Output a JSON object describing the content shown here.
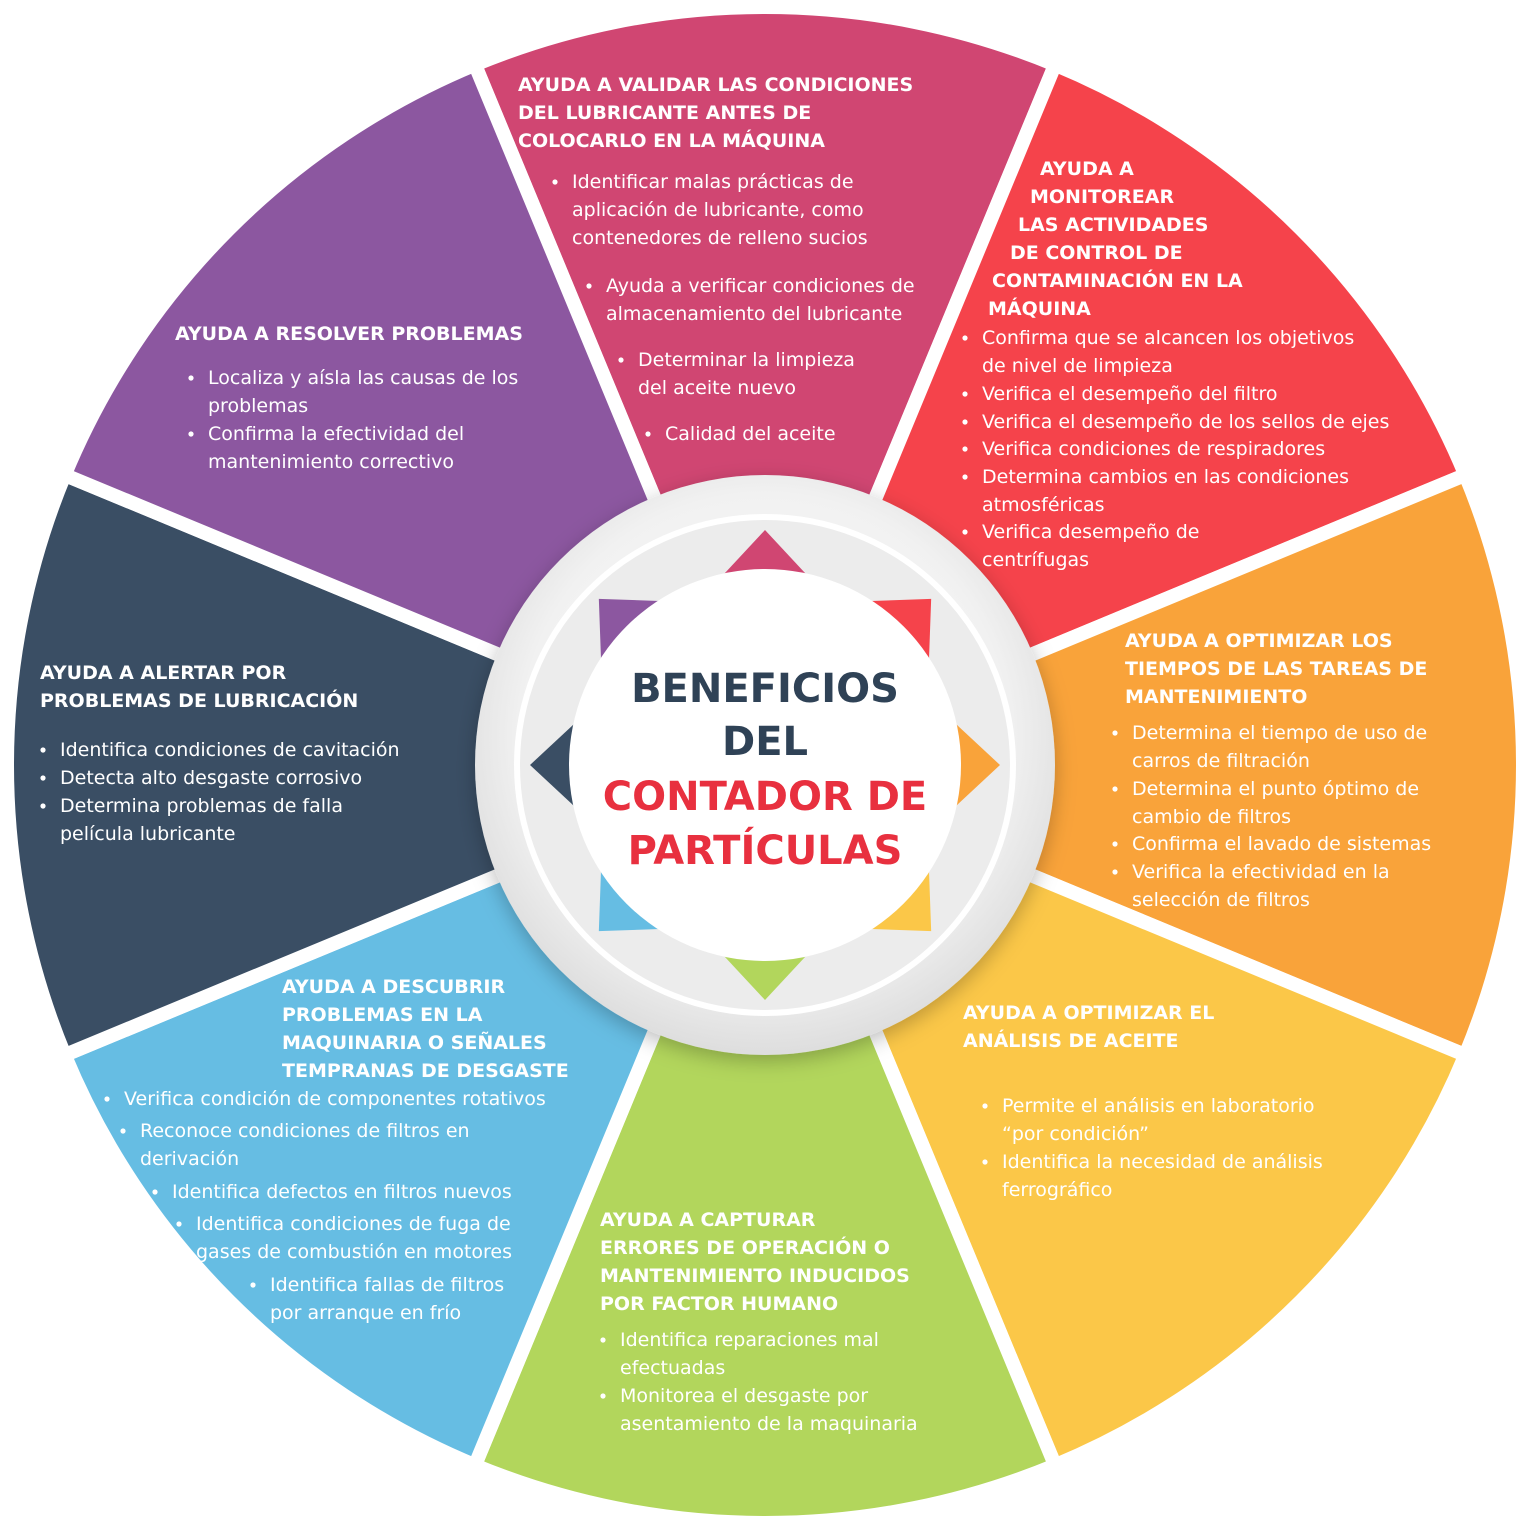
{
  "center": {
    "line1": "BENEFICIOS",
    "line2": "DEL",
    "line3": "CONTADOR DE",
    "line4": "PARTÍCULAS",
    "dark_color": "#2f4256",
    "red_color": "#e8303f"
  },
  "segments": [
    {
      "id": "validar",
      "color": "#d04672",
      "title": [
        "AYUDA A VALIDAR LAS CONDICIONES",
        "DEL LUBRICANTE ANTES DE",
        "COLOCARLO EN LA MÁQUINA"
      ],
      "items": [
        [
          "Identificar malas prácticas de",
          "aplicación de lubricante, como",
          "contenedores de relleno sucios"
        ],
        [
          "Ayuda a verificar condiciones de",
          "almacenamiento del lubricante"
        ],
        [
          "Determinar la limpieza",
          "del aceite nuevo"
        ],
        [
          "Calidad del aceite"
        ]
      ]
    },
    {
      "id": "monitorear",
      "color": "#f5434b",
      "title": [
        "AYUDA A",
        "MONITOREAR",
        "LAS ACTIVIDADES",
        "DE CONTROL DE",
        "CONTAMINACIÓN EN LA",
        "MÁQUINA"
      ],
      "items": [
        [
          "Confirma que se alcancen los objetivos",
          "de nivel de limpieza"
        ],
        [
          "Verifica el desempeño del filtro"
        ],
        [
          "Verifica el desempeño de los sellos de ejes"
        ],
        [
          "Verifica condiciones de respiradores"
        ],
        [
          "Determina cambios en las condiciones",
          "atmosféricas"
        ],
        [
          "Verifica desempeño de",
          "centrífugas"
        ]
      ]
    },
    {
      "id": "tiempos",
      "color": "#f9a33a",
      "title": [
        "AYUDA A OPTIMIZAR LOS",
        "TIEMPOS DE LAS TAREAS DE",
        "MANTENIMIENTO"
      ],
      "items": [
        [
          "Determina el tiempo de uso de",
          "carros de filtración"
        ],
        [
          "Determina el punto óptimo de",
          "cambio de filtros"
        ],
        [
          "Confirma el lavado de sistemas"
        ],
        [
          "Verifica la efectividad en la",
          "selección de filtros"
        ]
      ]
    },
    {
      "id": "analisis",
      "color": "#fbc748",
      "title": [
        "AYUDA A OPTIMIZAR EL",
        "ANÁLISIS DE ACEITE"
      ],
      "items": [
        [
          "Permite el análisis en laboratorio",
          "“por condición”"
        ],
        [
          "Identifica la necesidad de análisis",
          "ferrográfico"
        ]
      ]
    },
    {
      "id": "capturar",
      "color": "#b2d65c",
      "title": [
        "AYUDA A CAPTURAR",
        "ERRORES DE OPERACIÓN O",
        "MANTENIMIENTO INDUCIDOS",
        "POR FACTOR HUMANO"
      ],
      "items": [
        [
          "Identifica reparaciones mal",
          "efectuadas"
        ],
        [
          "Monitorea el desgaste por",
          "asentamiento de la maquinaria"
        ]
      ]
    },
    {
      "id": "descubrir",
      "color": "#66bde3",
      "title": [
        "AYUDA A DESCUBRIR",
        "PROBLEMAS EN LA",
        "MAQUINARIA  O SEÑALES",
        "TEMPRANAS DE DESGASTE"
      ],
      "items": [
        [
          "Verifica condición de componentes rotativos"
        ],
        [
          "Reconoce condiciones de filtros en",
          "derivación"
        ],
        [
          "Identifica defectos en filtros nuevos"
        ],
        [
          "Identifica condiciones de fuga de",
          "gases de combustión en motores"
        ],
        [
          "Identifica fallas de filtros",
          "por arranque en frío"
        ]
      ]
    },
    {
      "id": "alertar",
      "color": "#3a4e64",
      "title": [
        "AYUDA A ALERTAR POR",
        "PROBLEMAS DE LUBRICACIÓN"
      ],
      "items": [
        [
          "Identifica condiciones de cavitación"
        ],
        [
          "Detecta alto desgaste corrosivo"
        ],
        [
          "Determina problemas de falla",
          "película lubricante"
        ]
      ]
    },
    {
      "id": "resolver",
      "color": "#8c57a0",
      "title": [
        "AYUDA A RESOLVER PROBLEMAS"
      ],
      "items": [
        [
          "Localiza y aísla las causas de los",
          "problemas"
        ],
        [
          "Confirma la efectividad del",
          "mantenimiento correctivo"
        ]
      ]
    }
  ]
}
